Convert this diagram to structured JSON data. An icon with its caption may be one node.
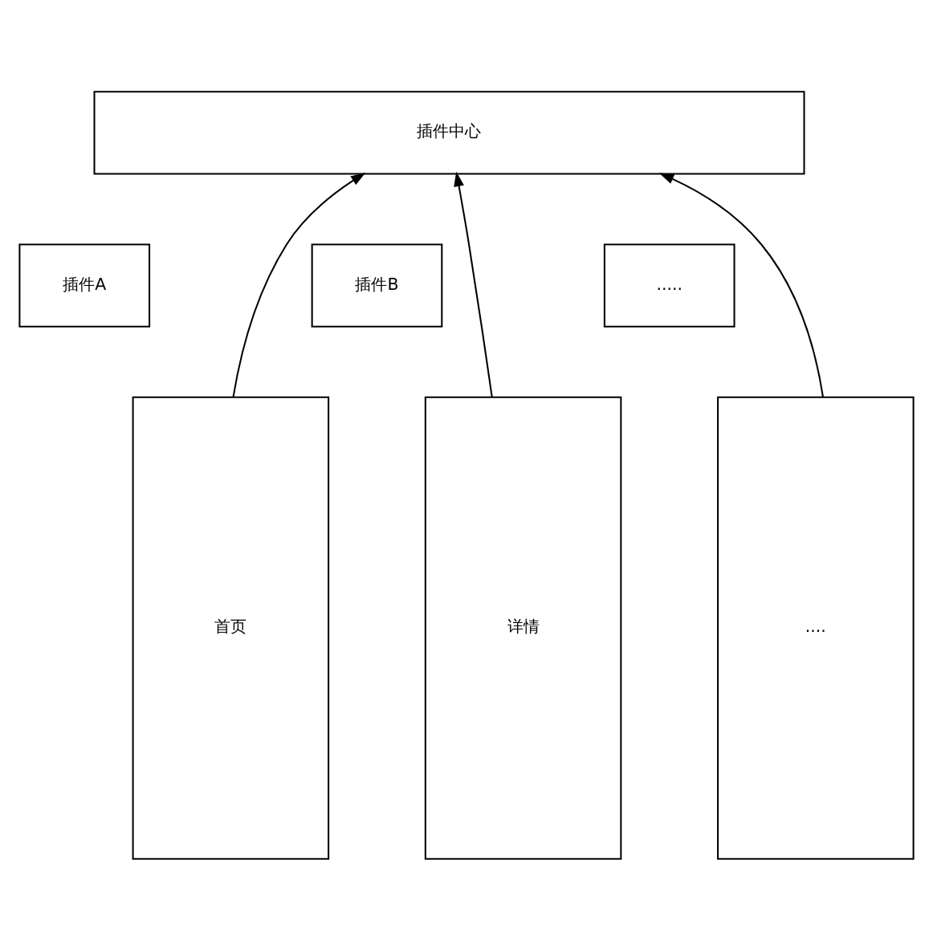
{
  "diagram": {
    "nodes": [
      {
        "text": [
          "插件中心"
        ]
      },
      {
        "text": [
          "插件A"
        ]
      },
      {
        "text": [
          "插件B"
        ]
      },
      {
        "text": [
          "....."
        ]
      },
      {
        "text": [
          "首页"
        ]
      },
      {
        "text": [
          "详情"
        ]
      },
      {
        "text": [
          "...."
        ]
      }
    ],
    "edges": [
      {
        "from": 4,
        "to": 0,
        "arrow": "to"
      },
      {
        "from": 5,
        "to": 0,
        "arrow": "to"
      },
      {
        "from": 6,
        "to": 0,
        "arrow": "to"
      }
    ]
  }
}
